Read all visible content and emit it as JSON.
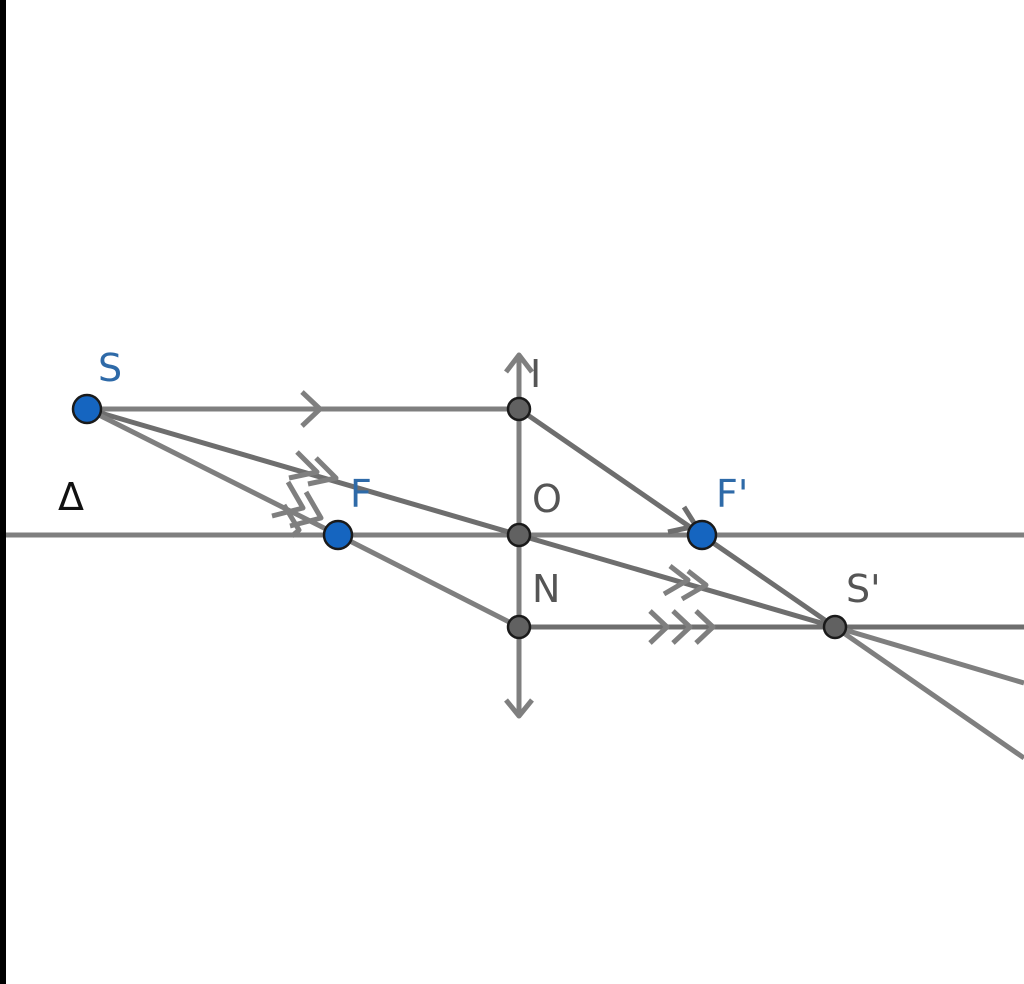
{
  "diagram": {
    "labels": {
      "S": "S",
      "I": "I",
      "F": "F",
      "O": "O",
      "F_prime": "F'",
      "N": "N",
      "S_prime": "S'",
      "axis": "Δ"
    },
    "colors": {
      "ray": "#7f7f7f",
      "ray_dark": "#6e6e6e",
      "focus_point": "#1565c0",
      "construction_point": "#616161",
      "point_outline": "#1a1a1a",
      "label_blue": "#2e6aa8",
      "label_gray": "#555555",
      "label_black": "#111111"
    }
  }
}
